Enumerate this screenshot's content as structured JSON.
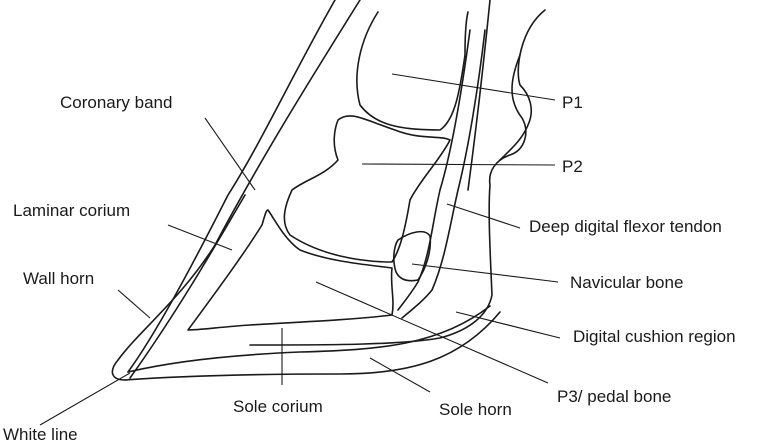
{
  "diagram": {
    "labels": {
      "coronary_band": "Coronary band",
      "laminar_corium": "Laminar corium",
      "wall_horn": "Wall horn",
      "white_line": "White line",
      "p1": "P1",
      "p2": "P2",
      "deep_digital_flexor_tendon": "Deep digital flexor tendon",
      "navicular_bone": "Navicular bone",
      "digital_cushion_region": "Digital cushion region",
      "p3_pedal_bone": "P3/ pedal bone",
      "sole_corium": "Sole corium",
      "sole_horn": "Sole horn"
    }
  }
}
